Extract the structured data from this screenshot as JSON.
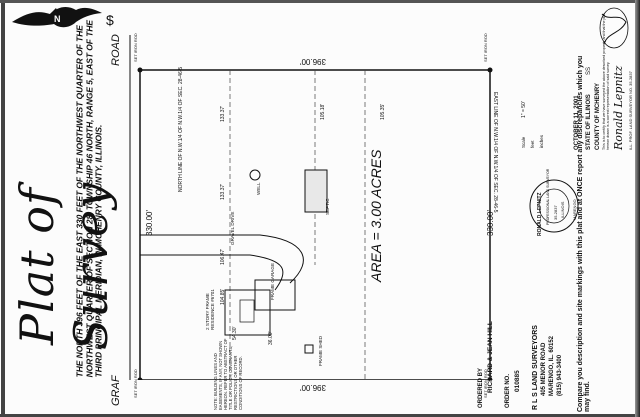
{
  "document": {
    "title": "Plat of Survey",
    "legal_description": "THE NORTH 396 FEET OF THE EAST 330 FEET OF THE NORTHWEST QUARTER OF THE NORTHWEST QUARTER OF SECTION 28, TOWNSHIP 46 NORTH, RANGE 5, EAST OF THE THIRD PRINCIPAL MERIDIAN, IN MCHENRY COUNTY, ILLINOIS.",
    "area_label": "AREA = 3.00 ACRES",
    "dimensions": {
      "top": "396.00'",
      "bottom": "396.00'",
      "left": "330.00'",
      "right": "330.00'"
    },
    "roads": {
      "top_right": "ROAD",
      "bottom_left": "GRAF"
    },
    "pin_labels": [
      "SET IRON ROD",
      "SET IRON ROD",
      "SET IRON ROD",
      "SET IRON ROD"
    ],
    "lines": {
      "north_line": "NORTH LINE OF N.W.1/4 OF N.W.1/4 OF SEC. 28-46-5",
      "east_line": "EAST LINE OF N.W.1/4 OF N.W.1/4 OF SEC. 28-46-5"
    },
    "structure": {
      "house": "2 STORY FRAME RESIDENCE #6701",
      "garage": "FRAME GARAGE",
      "shed": "FRAME SHED",
      "drive": "GRAVEL DRIVE",
      "well": "WELL",
      "septic": "SEPTIC"
    },
    "measurements": [
      "133.37'",
      "133.37'",
      "105.18'",
      "106.47'",
      "104.85'",
      "54.30'",
      "36.00'",
      "105.35'"
    ],
    "notes": "NOTE: BUILDING LINES AND EASEMENTS, IF ANY, NOT SHOWN HEREON. REFER TO ABSTRACT OF TITLE OR POLICY, COVENANTS, RESTRICTIONS OR OTHER CONDITIONS OF RECORD.",
    "ordered_by_label": "ORDERED BY",
    "ordered_by": "RICHARD & JEAN HILL",
    "order_no_label": "ORDER NO.",
    "order_no": "010885",
    "surveyor": {
      "firm": "R L S LAND SURVEYORS",
      "address": "405 MENOR ROAD",
      "city": "MARENGO, IL. 60152",
      "phone": "(815) 943-3400"
    },
    "compare_notice": "Compare you description and site markings with this plat and at ONCE report any discrepancies which you may find.",
    "seal": {
      "top": "RONALD LEPNITZ",
      "middle": "PROFESSIONAL LAND SURVEYOR",
      "number": "35-2837",
      "state": "ILLINOIS",
      "city": "MARENGO"
    },
    "certificate": {
      "state": "STATE OF ILLINOIS",
      "county": "COUNTY OF MCHENRY",
      "ss": "SS",
      "date": "OCTOBER 11, 2001",
      "scale_label": "Scale",
      "scale": "1\" = 50'",
      "feet": "feet",
      "inches": "inches",
      "text_1": "This is to certify that we have surveyed the above described property and that the plat hereon drawn is a correct representation of said survey.",
      "signature": "Ronald Lepnitz",
      "reg": "ILL. PROF. LAND SURVEYOR NO. 35-2837"
    }
  }
}
